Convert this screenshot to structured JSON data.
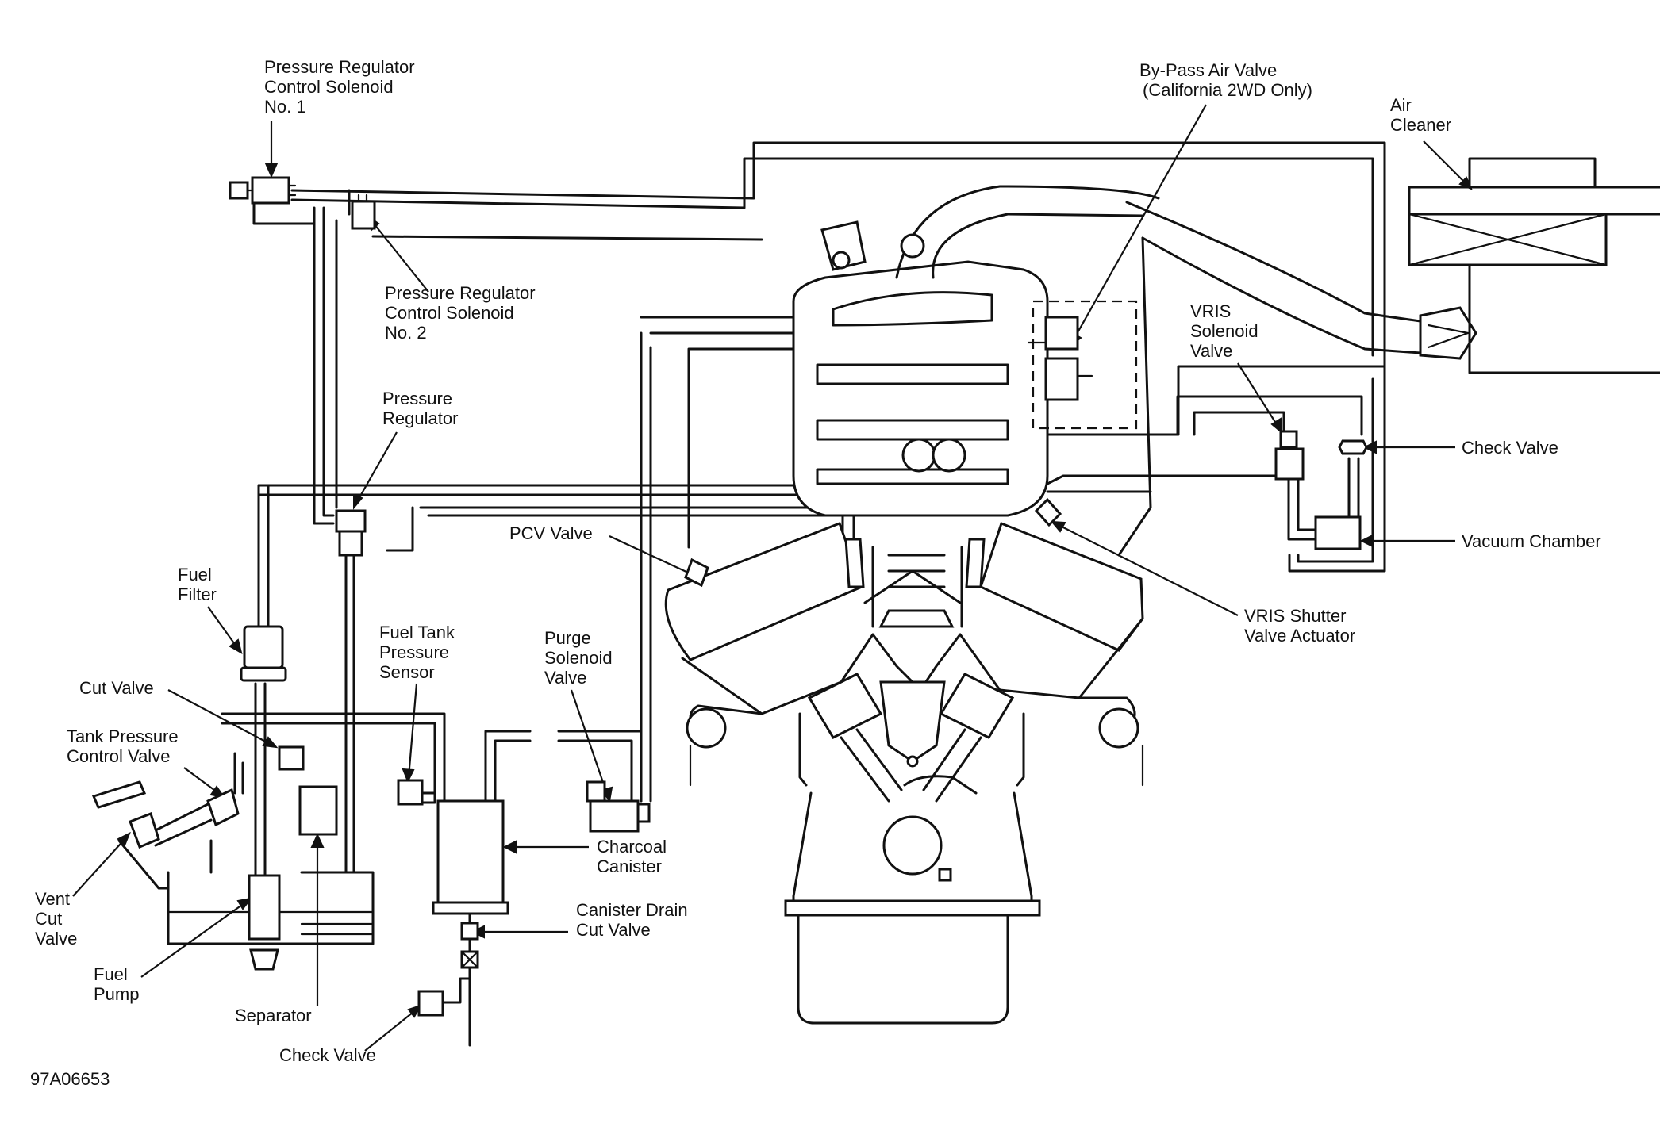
{
  "figure_id": "97A06653",
  "labels": {
    "prc1": [
      "Pressure Regulator",
      "Control Solenoid",
      "No. 1"
    ],
    "prc2": [
      "Pressure Regulator",
      "Control Solenoid",
      "No. 2"
    ],
    "pressure_regulator": [
      "Pressure",
      "Regulator"
    ],
    "fuel_filter": [
      "Fuel",
      "Filter"
    ],
    "cut_valve": [
      "Cut Valve"
    ],
    "tank_pressure_control": [
      "Tank Pressure",
      "Control Valve"
    ],
    "vent_cut": [
      "Vent",
      "Cut",
      "Valve"
    ],
    "fuel_pump": [
      "Fuel",
      "Pump"
    ],
    "separator": [
      "Separator"
    ],
    "check_valve_bottom": [
      "Check Valve"
    ],
    "fuel_tank_sensor": [
      "Fuel Tank",
      "Pressure",
      "Sensor"
    ],
    "purge_solenoid": [
      "Purge",
      "Solenoid",
      "Valve"
    ],
    "charcoal_canister": [
      "Charcoal",
      "Canister"
    ],
    "canister_drain": [
      "Canister Drain",
      "Cut Valve"
    ],
    "pcv_valve": [
      "PCV Valve"
    ],
    "bypass_air": [
      "By-Pass Air Valve",
      "(California 2WD Only)"
    ],
    "air_cleaner": [
      "Air",
      "Cleaner"
    ],
    "vris_solenoid": [
      "VRIS",
      "Solenoid",
      "Valve"
    ],
    "check_valve_right": [
      "Check Valve"
    ],
    "vacuum_chamber": [
      "Vacuum Chamber"
    ],
    "vris_shutter": [
      "VRIS Shutter",
      "Valve Actuator"
    ]
  }
}
